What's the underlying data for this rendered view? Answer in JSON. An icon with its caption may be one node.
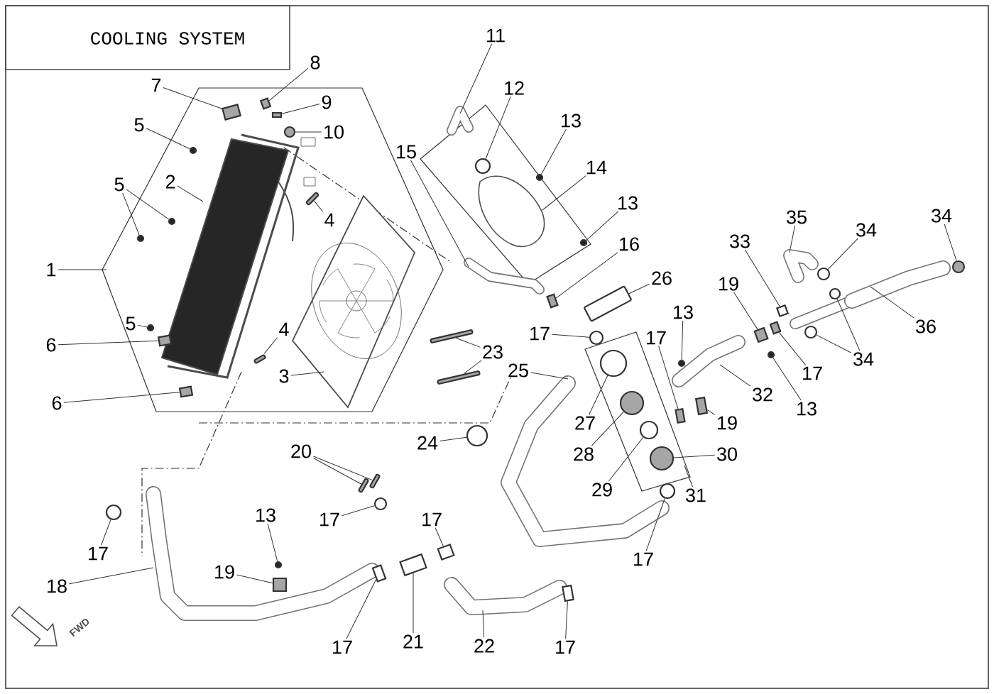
{
  "diagram": {
    "title": "COOLING SYSTEM",
    "nodes": [
      {
        "text": [
          "8"
        ]
      },
      {
        "text": [
          "11"
        ]
      },
      {
        "text": [
          "7"
        ]
      },
      {
        "text": [
          "12"
        ]
      },
      {
        "text": [
          "9"
        ]
      },
      {
        "text": [
          "5"
        ]
      },
      {
        "text": [
          "13"
        ]
      },
      {
        "text": [
          "10"
        ]
      },
      {
        "text": [
          "15"
        ]
      },
      {
        "text": [
          "14"
        ]
      },
      {
        "text": [
          "2"
        ]
      },
      {
        "text": [
          "5"
        ]
      },
      {
        "text": [
          "4"
        ]
      },
      {
        "text": [
          "13"
        ]
      },
      {
        "text": [
          "16"
        ]
      },
      {
        "text": [
          "35"
        ]
      },
      {
        "text": [
          "34"
        ]
      },
      {
        "text": [
          "34"
        ]
      },
      {
        "text": [
          "33"
        ]
      },
      {
        "text": [
          "26"
        ]
      },
      {
        "text": [
          "19"
        ]
      },
      {
        "text": [
          "13"
        ]
      },
      {
        "text": [
          "17"
        ]
      },
      {
        "text": [
          "17"
        ]
      },
      {
        "text": [
          "36"
        ]
      },
      {
        "text": [
          "23"
        ]
      },
      {
        "text": [
          "34"
        ]
      },
      {
        "text": [
          "25"
        ]
      },
      {
        "text": [
          "17"
        ]
      },
      {
        "text": [
          "32"
        ]
      },
      {
        "text": [
          "13"
        ]
      },
      {
        "text": [
          "27"
        ]
      },
      {
        "text": [
          "19"
        ]
      },
      {
        "text": [
          "24"
        ]
      },
      {
        "text": [
          "20"
        ]
      },
      {
        "text": [
          "28"
        ]
      },
      {
        "text": [
          "30"
        ]
      },
      {
        "text": [
          "29"
        ]
      },
      {
        "text": [
          "31"
        ]
      },
      {
        "text": [
          "1"
        ]
      },
      {
        "text": [
          "4"
        ]
      },
      {
        "text": [
          "5"
        ]
      },
      {
        "text": [
          "6"
        ]
      },
      {
        "text": [
          "3"
        ]
      },
      {
        "text": [
          "6"
        ]
      },
      {
        "text": [
          "17"
        ]
      },
      {
        "text": [
          "17"
        ]
      },
      {
        "text": [
          "13"
        ]
      },
      {
        "text": [
          "17"
        ]
      },
      {
        "text": [
          "17"
        ]
      },
      {
        "text": [
          "19"
        ]
      },
      {
        "text": [
          "18"
        ]
      },
      {
        "text": [
          "17"
        ]
      },
      {
        "text": [
          "21"
        ]
      },
      {
        "text": [
          "22"
        ]
      },
      {
        "text": [
          "17"
        ]
      },
      {
        "text": [],
        "shape": "box"
      },
      {
        "text": [],
        "shape": "box"
      },
      {
        "text": [],
        "shape": "circle"
      },
      {
        "text": [],
        "shape": "box"
      },
      {
        "text": [],
        "shape": "circle"
      },
      {
        "text": [],
        "shape": "circle"
      },
      {
        "text": [],
        "shape": "circle"
      },
      {
        "text": [],
        "shape": "circle"
      },
      {
        "text": [],
        "shape": "circle"
      },
      {
        "text": [],
        "shape": "bar"
      },
      {
        "text": [],
        "shape": "circle"
      },
      {
        "text": [],
        "shape": "box"
      },
      {
        "text": [],
        "shape": "circle"
      },
      {
        "text": [],
        "shape": "circle"
      },
      {
        "text": [],
        "shape": "box"
      },
      {
        "text": [],
        "shape": "bar"
      },
      {
        "text": [],
        "shape": "box"
      },
      {
        "text": [],
        "shape": "circle"
      },
      {
        "text": [],
        "shape": "box"
      },
      {
        "text": [],
        "shape": "circle"
      },
      {
        "text": [],
        "shape": "bar"
      },
      {
        "text": [],
        "shape": "bar"
      },
      {
        "text": [],
        "shape": "circle"
      },
      {
        "text": [],
        "shape": "circle"
      },
      {
        "text": [],
        "shape": "box"
      },
      {
        "text": [],
        "shape": "circle"
      },
      {
        "text": [],
        "shape": "circle"
      },
      {
        "text": [],
        "shape": "box"
      },
      {
        "text": [],
        "shape": "circle"
      },
      {
        "text": [],
        "shape": "bar"
      },
      {
        "text": [],
        "shape": "bar"
      },
      {
        "text": [],
        "shape": "circle"
      },
      {
        "text": [],
        "shape": "circle"
      },
      {
        "text": [],
        "shape": "circle"
      },
      {
        "text": [],
        "shape": "bar"
      },
      {
        "text": [],
        "shape": "circle"
      },
      {
        "text": [],
        "shape": "box"
      },
      {
        "text": [],
        "shape": "box"
      },
      {
        "text": [],
        "shape": "circle"
      },
      {
        "text": [],
        "shape": "box"
      },
      {
        "text": [],
        "shape": "circle"
      },
      {
        "text": [],
        "shape": "circle"
      },
      {
        "text": [],
        "shape": "circle"
      },
      {
        "text": [],
        "shape": "box"
      },
      {
        "text": [],
        "shape": "box"
      },
      {
        "text": [],
        "shape": "box"
      },
      {
        "text": [],
        "shape": "box"
      }
    ],
    "edges": [
      {
        "from": 0,
        "to": 56,
        "arrow": "none"
      },
      {
        "from": 1,
        "to": null,
        "arrow": "none"
      },
      {
        "from": 2,
        "to": 57,
        "arrow": "none"
      },
      {
        "from": 3,
        "to": 58,
        "arrow": "none"
      },
      {
        "from": 4,
        "to": 59,
        "arrow": "none"
      },
      {
        "from": 5,
        "to": 60,
        "arrow": "none"
      },
      {
        "from": 6,
        "to": 61,
        "arrow": "none"
      },
      {
        "from": 7,
        "to": 62,
        "arrow": "none"
      },
      {
        "from": 8,
        "to": null,
        "arrow": "none"
      },
      {
        "from": 9,
        "to": null,
        "arrow": "none"
      },
      {
        "from": 10,
        "to": null,
        "arrow": "none"
      },
      {
        "from": 11,
        "to": 63,
        "arrow": "none"
      },
      {
        "from": 11,
        "to": 64,
        "arrow": "none"
      },
      {
        "from": 12,
        "to": 65,
        "arrow": "none"
      },
      {
        "from": 13,
        "to": 66,
        "arrow": "none"
      },
      {
        "from": 14,
        "to": 67,
        "arrow": "none"
      },
      {
        "from": 15,
        "to": null,
        "arrow": "none"
      },
      {
        "from": 16,
        "to": 68,
        "arrow": "none"
      },
      {
        "from": 17,
        "to": 69,
        "arrow": "none"
      },
      {
        "from": 18,
        "to": 70,
        "arrow": "none"
      },
      {
        "from": 19,
        "to": 71,
        "arrow": "none"
      },
      {
        "from": 20,
        "to": 72,
        "arrow": "none"
      },
      {
        "from": 21,
        "to": 73,
        "arrow": "none"
      },
      {
        "from": 22,
        "to": 74,
        "arrow": "none"
      },
      {
        "from": 23,
        "to": 75,
        "arrow": "none"
      },
      {
        "from": 24,
        "to": null,
        "arrow": "none"
      },
      {
        "from": 25,
        "to": 76,
        "arrow": "none"
      },
      {
        "from": 25,
        "to": 77,
        "arrow": "none"
      },
      {
        "from": 26,
        "to": 78,
        "arrow": "none"
      },
      {
        "from": 26,
        "to": 79,
        "arrow": "none"
      },
      {
        "from": 27,
        "to": null,
        "arrow": "none"
      },
      {
        "from": 28,
        "to": 80,
        "arrow": "none"
      },
      {
        "from": 29,
        "to": null,
        "arrow": "none"
      },
      {
        "from": 30,
        "to": 81,
        "arrow": "none"
      },
      {
        "from": 31,
        "to": 82,
        "arrow": "none"
      },
      {
        "from": 32,
        "to": 83,
        "arrow": "none"
      },
      {
        "from": 33,
        "to": 84,
        "arrow": "none"
      },
      {
        "from": 34,
        "to": 85,
        "arrow": "none"
      },
      {
        "from": 34,
        "to": 86,
        "arrow": "none"
      },
      {
        "from": 35,
        "to": 87,
        "arrow": "none"
      },
      {
        "from": 36,
        "to": 88,
        "arrow": "none"
      },
      {
        "from": 37,
        "to": 89,
        "arrow": "none"
      },
      {
        "from": 38,
        "to": null,
        "arrow": "none"
      },
      {
        "from": 39,
        "to": null,
        "arrow": "none"
      },
      {
        "from": 40,
        "to": 90,
        "arrow": "none"
      },
      {
        "from": 41,
        "to": 91,
        "arrow": "none"
      },
      {
        "from": 42,
        "to": 92,
        "arrow": "none"
      },
      {
        "from": 43,
        "to": null,
        "arrow": "none"
      },
      {
        "from": 44,
        "to": 93,
        "arrow": "none"
      },
      {
        "from": 45,
        "to": 94,
        "arrow": "none"
      },
      {
        "from": 46,
        "to": 95,
        "arrow": "none"
      },
      {
        "from": 47,
        "to": 96,
        "arrow": "none"
      },
      {
        "from": 48,
        "to": 97,
        "arrow": "none"
      },
      {
        "from": 49,
        "to": 98,
        "arrow": "none"
      },
      {
        "from": 50,
        "to": 99,
        "arrow": "none"
      },
      {
        "from": 51,
        "to": null,
        "arrow": "none"
      },
      {
        "from": 52,
        "to": 100,
        "arrow": "none"
      },
      {
        "from": 53,
        "to": 101,
        "arrow": "none"
      },
      {
        "from": 54,
        "to": null,
        "arrow": "none"
      },
      {
        "from": 55,
        "to": 102,
        "arrow": "none"
      }
    ],
    "labels": [
      "FWD"
    ]
  }
}
